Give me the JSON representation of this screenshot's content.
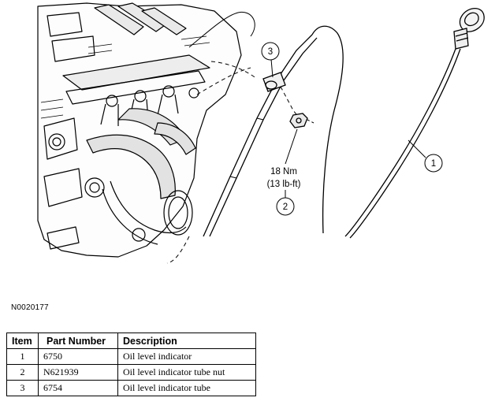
{
  "figure": {
    "callouts": [
      "1",
      "2",
      "3"
    ],
    "torque_spec": {
      "metric": "18 Nm",
      "imperial": "(13 lb-ft)"
    },
    "reference_code": "N0020177"
  },
  "table": {
    "headers": {
      "item": "Item",
      "part_number": "Part Number",
      "description": "Description"
    },
    "rows": [
      {
        "item": "1",
        "part_number": "6750",
        "description": "Oil level indicator"
      },
      {
        "item": "2",
        "part_number": "N621939",
        "description": "Oil level indicator tube nut"
      },
      {
        "item": "3",
        "part_number": "6754",
        "description": "Oil level indicator tube"
      }
    ]
  }
}
